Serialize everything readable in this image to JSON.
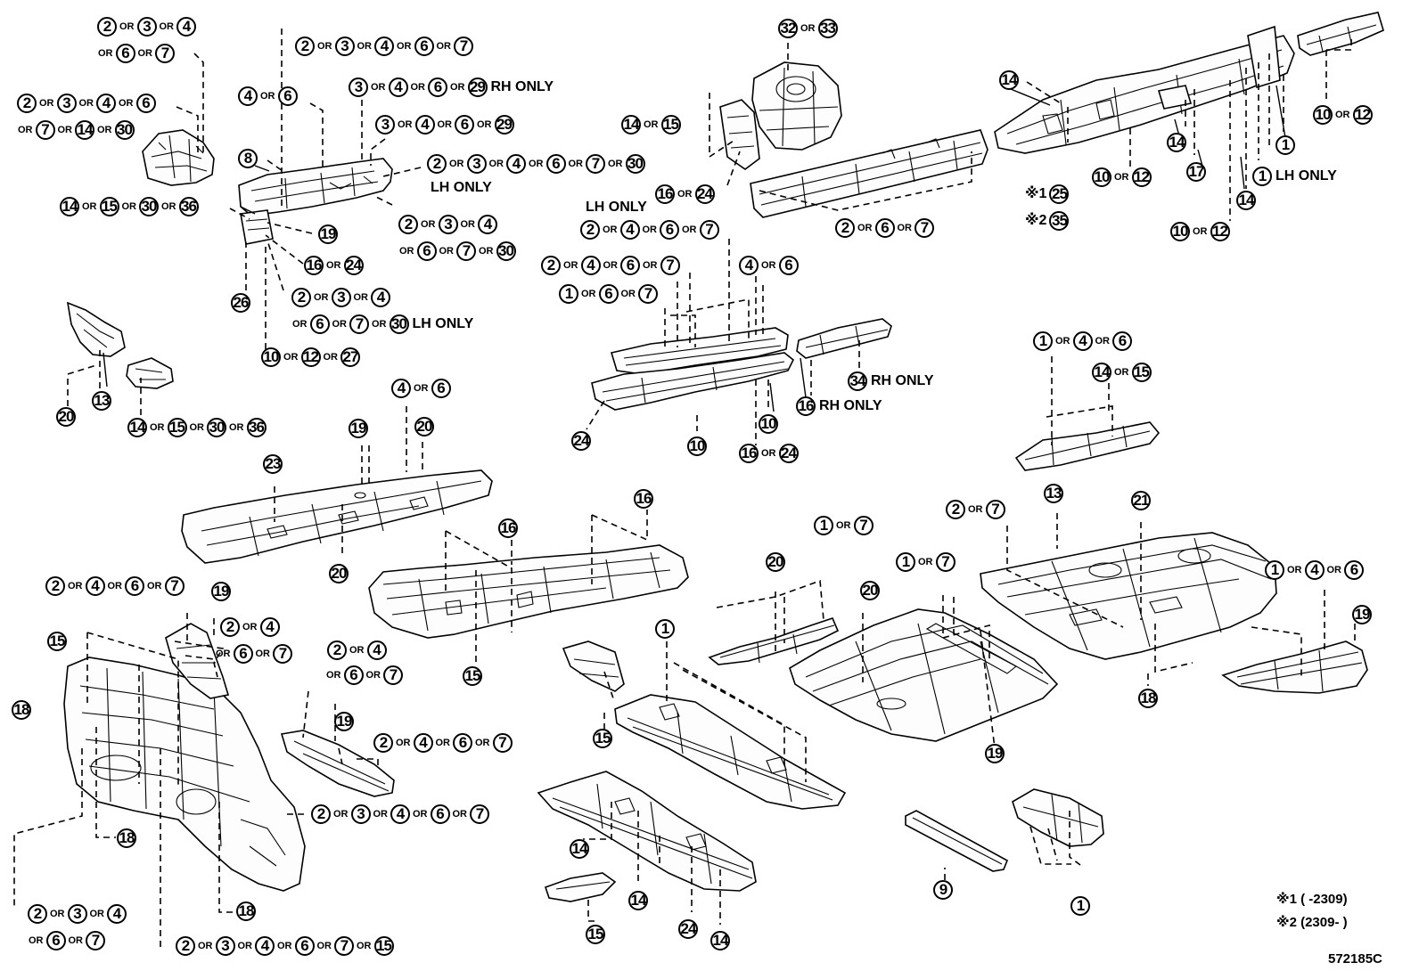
{
  "labels": [
    {
      "id": "a1",
      "seq": [
        [
          "n",
          "2"
        ],
        [
          "o",
          "OR"
        ],
        [
          "n",
          "3"
        ],
        [
          "o",
          "OR"
        ],
        [
          "n",
          "4"
        ]
      ]
    },
    {
      "id": "a2",
      "seq": [
        [
          "o",
          "OR"
        ],
        [
          "n",
          "6"
        ],
        [
          "o",
          "OR"
        ],
        [
          "n",
          "7"
        ]
      ]
    },
    {
      "id": "a3",
      "seq": [
        [
          "n",
          "2"
        ],
        [
          "o",
          "OR"
        ],
        [
          "n",
          "3"
        ],
        [
          "o",
          "OR"
        ],
        [
          "n",
          "4"
        ],
        [
          "o",
          "OR"
        ],
        [
          "n",
          "6"
        ]
      ]
    },
    {
      "id": "a4",
      "seq": [
        [
          "o",
          "OR"
        ],
        [
          "n",
          "7"
        ],
        [
          "o",
          "OR"
        ],
        [
          "n",
          "14"
        ],
        [
          "o",
          "OR"
        ],
        [
          "n",
          "30"
        ]
      ]
    },
    {
      "id": "a5",
      "seq": [
        [
          "n",
          "2"
        ],
        [
          "o",
          "OR"
        ],
        [
          "n",
          "3"
        ],
        [
          "o",
          "OR"
        ],
        [
          "n",
          "4"
        ],
        [
          "o",
          "OR"
        ],
        [
          "n",
          "6"
        ],
        [
          "o",
          "OR"
        ],
        [
          "n",
          "7"
        ]
      ]
    },
    {
      "id": "a6",
      "seq": [
        [
          "n",
          "4"
        ],
        [
          "o",
          "OR"
        ],
        [
          "n",
          "6"
        ]
      ]
    },
    {
      "id": "a7",
      "seq": [
        [
          "n",
          "3"
        ],
        [
          "o",
          "OR"
        ],
        [
          "n",
          "4"
        ],
        [
          "o",
          "OR"
        ],
        [
          "n",
          "6"
        ],
        [
          "o",
          "OR"
        ],
        [
          "n",
          "29"
        ],
        [
          "t",
          "RH ONLY"
        ]
      ]
    },
    {
      "id": "a8",
      "seq": [
        [
          "n",
          "3"
        ],
        [
          "o",
          "OR"
        ],
        [
          "n",
          "4"
        ],
        [
          "o",
          "OR"
        ],
        [
          "n",
          "6"
        ],
        [
          "o",
          "OR"
        ],
        [
          "n",
          "29"
        ]
      ]
    },
    {
      "id": "a9",
      "seq": [
        [
          "n",
          "8"
        ]
      ]
    },
    {
      "id": "a10",
      "seq": [
        [
          "n",
          "2"
        ],
        [
          "o",
          "OR"
        ],
        [
          "n",
          "3"
        ],
        [
          "o",
          "OR"
        ],
        [
          "n",
          "4"
        ],
        [
          "o",
          "OR"
        ],
        [
          "n",
          "6"
        ],
        [
          "o",
          "OR"
        ],
        [
          "n",
          "7"
        ],
        [
          "o",
          "OR"
        ],
        [
          "n",
          "30"
        ]
      ]
    },
    {
      "id": "a11",
      "seq": [
        [
          "t",
          "LH ONLY"
        ]
      ]
    },
    {
      "id": "a12",
      "seq": [
        [
          "n",
          "14"
        ],
        [
          "o",
          "OR"
        ],
        [
          "n",
          "15"
        ],
        [
          "o",
          "OR"
        ],
        [
          "n",
          "30"
        ],
        [
          "o",
          "OR"
        ],
        [
          "n",
          "36"
        ]
      ]
    },
    {
      "id": "a13",
      "seq": [
        [
          "n",
          "2"
        ],
        [
          "o",
          "OR"
        ],
        [
          "n",
          "3"
        ],
        [
          "o",
          "OR"
        ],
        [
          "n",
          "4"
        ]
      ]
    },
    {
      "id": "a14",
      "seq": [
        [
          "n",
          "19"
        ]
      ]
    },
    {
      "id": "a15",
      "seq": [
        [
          "o",
          "OR"
        ],
        [
          "n",
          "6"
        ],
        [
          "o",
          "OR"
        ],
        [
          "n",
          "7"
        ],
        [
          "o",
          "OR"
        ],
        [
          "n",
          "30"
        ]
      ]
    },
    {
      "id": "a16",
      "seq": [
        [
          "n",
          "16"
        ],
        [
          "o",
          "OR"
        ],
        [
          "n",
          "24"
        ]
      ]
    },
    {
      "id": "a17",
      "seq": [
        [
          "n",
          "2"
        ],
        [
          "o",
          "OR"
        ],
        [
          "n",
          "3"
        ],
        [
          "o",
          "OR"
        ],
        [
          "n",
          "4"
        ]
      ]
    },
    {
      "id": "a18",
      "seq": [
        [
          "n",
          "26"
        ]
      ]
    },
    {
      "id": "a19",
      "seq": [
        [
          "o",
          "OR"
        ],
        [
          "n",
          "6"
        ],
        [
          "o",
          "OR"
        ],
        [
          "n",
          "7"
        ],
        [
          "o",
          "OR"
        ],
        [
          "n",
          "30"
        ],
        [
          "t",
          "LH ONLY"
        ]
      ]
    },
    {
      "id": "a20",
      "seq": [
        [
          "n",
          "10"
        ],
        [
          "o",
          "OR"
        ],
        [
          "n",
          "12"
        ],
        [
          "o",
          "OR"
        ],
        [
          "n",
          "27"
        ]
      ]
    },
    {
      "id": "a21",
      "seq": [
        [
          "n",
          "13"
        ]
      ]
    },
    {
      "id": "a22",
      "seq": [
        [
          "n",
          "20"
        ]
      ]
    },
    {
      "id": "a23",
      "seq": [
        [
          "n",
          "14"
        ],
        [
          "o",
          "OR"
        ],
        [
          "n",
          "15"
        ],
        [
          "o",
          "OR"
        ],
        [
          "n",
          "30"
        ],
        [
          "o",
          "OR"
        ],
        [
          "n",
          "36"
        ]
      ]
    },
    {
      "id": "b1",
      "seq": [
        [
          "n",
          "32"
        ],
        [
          "o",
          "OR"
        ],
        [
          "n",
          "33"
        ]
      ]
    },
    {
      "id": "b2",
      "seq": [
        [
          "n",
          "14"
        ],
        [
          "o",
          "OR"
        ],
        [
          "n",
          "15"
        ]
      ]
    },
    {
      "id": "b3",
      "seq": [
        [
          "n",
          "16"
        ],
        [
          "o",
          "OR"
        ],
        [
          "n",
          "24"
        ]
      ]
    },
    {
      "id": "b4",
      "seq": [
        [
          "t",
          "LH ONLY"
        ]
      ]
    },
    {
      "id": "b5",
      "seq": [
        [
          "n",
          "2"
        ],
        [
          "o",
          "OR"
        ],
        [
          "n",
          "4"
        ],
        [
          "o",
          "OR"
        ],
        [
          "n",
          "6"
        ],
        [
          "o",
          "OR"
        ],
        [
          "n",
          "7"
        ]
      ]
    },
    {
      "id": "b6",
      "seq": [
        [
          "n",
          "2"
        ],
        [
          "o",
          "OR"
        ],
        [
          "n",
          "4"
        ],
        [
          "o",
          "OR"
        ],
        [
          "n",
          "6"
        ],
        [
          "o",
          "OR"
        ],
        [
          "n",
          "7"
        ]
      ]
    },
    {
      "id": "b7",
      "seq": [
        [
          "n",
          "4"
        ],
        [
          "o",
          "OR"
        ],
        [
          "n",
          "6"
        ]
      ]
    },
    {
      "id": "b8",
      "seq": [
        [
          "n",
          "1"
        ],
        [
          "o",
          "OR"
        ],
        [
          "n",
          "6"
        ],
        [
          "o",
          "OR"
        ],
        [
          "n",
          "7"
        ]
      ]
    },
    {
      "id": "b9",
      "seq": [
        [
          "n",
          "2"
        ],
        [
          "o",
          "OR"
        ],
        [
          "n",
          "6"
        ],
        [
          "o",
          "OR"
        ],
        [
          "n",
          "7"
        ]
      ]
    },
    {
      "id": "b10",
      "seq": [
        [
          "n",
          "34"
        ],
        [
          "t",
          "RH ONLY"
        ]
      ]
    },
    {
      "id": "b11",
      "seq": [
        [
          "n",
          "16"
        ],
        [
          "t",
          "RH ONLY"
        ]
      ]
    },
    {
      "id": "b12",
      "seq": [
        [
          "n",
          "24"
        ]
      ]
    },
    {
      "id": "b13",
      "seq": [
        [
          "n",
          "10"
        ]
      ]
    },
    {
      "id": "b14",
      "seq": [
        [
          "n",
          "10"
        ]
      ]
    },
    {
      "id": "b15",
      "seq": [
        [
          "n",
          "16"
        ],
        [
          "o",
          "OR"
        ],
        [
          "n",
          "24"
        ]
      ]
    },
    {
      "id": "c1",
      "seq": [
        [
          "n",
          "14"
        ]
      ]
    },
    {
      "id": "c2",
      "seq": [
        [
          "n",
          "10"
        ],
        [
          "o",
          "OR"
        ],
        [
          "n",
          "12"
        ]
      ]
    },
    {
      "id": "c3",
      "seq": [
        [
          "n",
          "1"
        ]
      ]
    },
    {
      "id": "c4",
      "seq": [
        [
          "n",
          "14"
        ]
      ]
    },
    {
      "id": "c5",
      "seq": [
        [
          "n",
          "17"
        ]
      ]
    },
    {
      "id": "c6",
      "seq": [
        [
          "n",
          "1"
        ],
        [
          "t",
          "LH ONLY"
        ]
      ]
    },
    {
      "id": "c7",
      "seq": [
        [
          "n",
          "14"
        ]
      ]
    },
    {
      "id": "c8",
      "seq": [
        [
          "m",
          "※1"
        ],
        [
          "n",
          "25"
        ]
      ]
    },
    {
      "id": "c9",
      "seq": [
        [
          "m",
          "※2"
        ],
        [
          "n",
          "35"
        ]
      ]
    },
    {
      "id": "c10",
      "seq": [
        [
          "n",
          "10"
        ],
        [
          "o",
          "OR"
        ],
        [
          "n",
          "12"
        ]
      ]
    },
    {
      "id": "c11",
      "seq": [
        [
          "n",
          "10"
        ],
        [
          "o",
          "OR"
        ],
        [
          "n",
          "12"
        ]
      ]
    },
    {
      "id": "c12",
      "seq": [
        [
          "n",
          "1"
        ],
        [
          "o",
          "OR"
        ],
        [
          "n",
          "4"
        ],
        [
          "o",
          "OR"
        ],
        [
          "n",
          "6"
        ]
      ]
    },
    {
      "id": "c13",
      "seq": [
        [
          "n",
          "14"
        ],
        [
          "o",
          "OR"
        ],
        [
          "n",
          "15"
        ]
      ]
    },
    {
      "id": "d1",
      "seq": [
        [
          "n",
          "4"
        ],
        [
          "o",
          "OR"
        ],
        [
          "n",
          "6"
        ]
      ]
    },
    {
      "id": "d2",
      "seq": [
        [
          "n",
          "19"
        ]
      ]
    },
    {
      "id": "d3",
      "seq": [
        [
          "n",
          "20"
        ]
      ]
    },
    {
      "id": "d4",
      "seq": [
        [
          "n",
          "23"
        ]
      ]
    },
    {
      "id": "d5",
      "seq": [
        [
          "n",
          "20"
        ]
      ]
    },
    {
      "id": "d6",
      "seq": [
        [
          "n",
          "16"
        ]
      ]
    },
    {
      "id": "d7",
      "seq": [
        [
          "n",
          "16"
        ]
      ]
    },
    {
      "id": "d8",
      "seq": [
        [
          "n",
          "15"
        ]
      ]
    },
    {
      "id": "e1",
      "seq": [
        [
          "n",
          "2"
        ],
        [
          "o",
          "OR"
        ],
        [
          "n",
          "4"
        ],
        [
          "o",
          "OR"
        ],
        [
          "n",
          "6"
        ],
        [
          "o",
          "OR"
        ],
        [
          "n",
          "7"
        ]
      ]
    },
    {
      "id": "e2",
      "seq": [
        [
          "n",
          "19"
        ]
      ]
    },
    {
      "id": "e3",
      "seq": [
        [
          "n",
          "2"
        ],
        [
          "o",
          "OR"
        ],
        [
          "n",
          "4"
        ]
      ]
    },
    {
      "id": "e4",
      "seq": [
        [
          "o",
          "OR"
        ],
        [
          "n",
          "6"
        ],
        [
          "o",
          "OR"
        ],
        [
          "n",
          "7"
        ]
      ]
    },
    {
      "id": "e5",
      "seq": [
        [
          "n",
          "15"
        ]
      ]
    },
    {
      "id": "e6",
      "seq": [
        [
          "n",
          "18"
        ]
      ]
    },
    {
      "id": "e7",
      "seq": [
        [
          "n",
          "2"
        ],
        [
          "o",
          "OR"
        ],
        [
          "n",
          "4"
        ]
      ]
    },
    {
      "id": "e8",
      "seq": [
        [
          "o",
          "OR"
        ],
        [
          "n",
          "6"
        ],
        [
          "o",
          "OR"
        ],
        [
          "n",
          "7"
        ]
      ]
    },
    {
      "id": "e9",
      "seq": [
        [
          "n",
          "19"
        ]
      ]
    },
    {
      "id": "e10",
      "seq": [
        [
          "n",
          "2"
        ],
        [
          "o",
          "OR"
        ],
        [
          "n",
          "4"
        ],
        [
          "o",
          "OR"
        ],
        [
          "n",
          "6"
        ],
        [
          "o",
          "OR"
        ],
        [
          "n",
          "7"
        ]
      ]
    },
    {
      "id": "e11",
      "seq": [
        [
          "n",
          "2"
        ],
        [
          "o",
          "OR"
        ],
        [
          "n",
          "3"
        ],
        [
          "o",
          "OR"
        ],
        [
          "n",
          "4"
        ],
        [
          "o",
          "OR"
        ],
        [
          "n",
          "6"
        ],
        [
          "o",
          "OR"
        ],
        [
          "n",
          "7"
        ]
      ]
    },
    {
      "id": "e12",
      "seq": [
        [
          "n",
          "18"
        ]
      ]
    },
    {
      "id": "e13",
      "seq": [
        [
          "n",
          "18"
        ]
      ]
    },
    {
      "id": "e14",
      "seq": [
        [
          "n",
          "2"
        ],
        [
          "o",
          "OR"
        ],
        [
          "n",
          "3"
        ],
        [
          "o",
          "OR"
        ],
        [
          "n",
          "4"
        ]
      ]
    },
    {
      "id": "e15",
      "seq": [
        [
          "o",
          "OR"
        ],
        [
          "n",
          "6"
        ],
        [
          "o",
          "OR"
        ],
        [
          "n",
          "7"
        ]
      ]
    },
    {
      "id": "e16",
      "seq": [
        [
          "n",
          "2"
        ],
        [
          "o",
          "OR"
        ],
        [
          "n",
          "3"
        ],
        [
          "o",
          "OR"
        ],
        [
          "n",
          "4"
        ],
        [
          "o",
          "OR"
        ],
        [
          "n",
          "6"
        ],
        [
          "o",
          "OR"
        ],
        [
          "n",
          "7"
        ],
        [
          "o",
          "OR"
        ],
        [
          "n",
          "15"
        ]
      ]
    },
    {
      "id": "f1",
      "seq": [
        [
          "n",
          "1"
        ],
        [
          "o",
          "OR"
        ],
        [
          "n",
          "7"
        ]
      ]
    },
    {
      "id": "f2",
      "seq": [
        [
          "n",
          "20"
        ]
      ]
    },
    {
      "id": "f3",
      "seq": [
        [
          "n",
          "1"
        ],
        [
          "o",
          "OR"
        ],
        [
          "n",
          "7"
        ]
      ]
    },
    {
      "id": "f4",
      "seq": [
        [
          "n",
          "20"
        ]
      ]
    },
    {
      "id": "f5",
      "seq": [
        [
          "n",
          "1"
        ]
      ]
    },
    {
      "id": "f6",
      "seq": [
        [
          "n",
          "15"
        ]
      ]
    },
    {
      "id": "f7",
      "seq": [
        [
          "n",
          "19"
        ]
      ]
    },
    {
      "id": "f8",
      "seq": [
        [
          "n",
          "14"
        ]
      ]
    },
    {
      "id": "f9",
      "seq": [
        [
          "n",
          "14"
        ]
      ]
    },
    {
      "id": "f10",
      "seq": [
        [
          "n",
          "24"
        ]
      ]
    },
    {
      "id": "f11",
      "seq": [
        [
          "n",
          "14"
        ]
      ]
    },
    {
      "id": "f12",
      "seq": [
        [
          "n",
          "15"
        ]
      ]
    },
    {
      "id": "f13",
      "seq": [
        [
          "n",
          "9"
        ]
      ]
    },
    {
      "id": "f14",
      "seq": [
        [
          "n",
          "1"
        ]
      ]
    },
    {
      "id": "g1",
      "seq": [
        [
          "n",
          "2"
        ],
        [
          "o",
          "OR"
        ],
        [
          "n",
          "7"
        ]
      ]
    },
    {
      "id": "g2",
      "seq": [
        [
          "n",
          "13"
        ]
      ]
    },
    {
      "id": "g3",
      "seq": [
        [
          "n",
          "21"
        ]
      ]
    },
    {
      "id": "g4",
      "seq": [
        [
          "n",
          "1"
        ],
        [
          "o",
          "OR"
        ],
        [
          "n",
          "4"
        ],
        [
          "o",
          "OR"
        ],
        [
          "n",
          "6"
        ]
      ]
    },
    {
      "id": "g5",
      "seq": [
        [
          "n",
          "19"
        ]
      ]
    },
    {
      "id": "g6",
      "seq": [
        [
          "n",
          "18"
        ]
      ]
    }
  ],
  "notes": {
    "n1": "※1 (        -2309)",
    "n2": "※2 (2309-        )"
  },
  "code": "572185C"
}
